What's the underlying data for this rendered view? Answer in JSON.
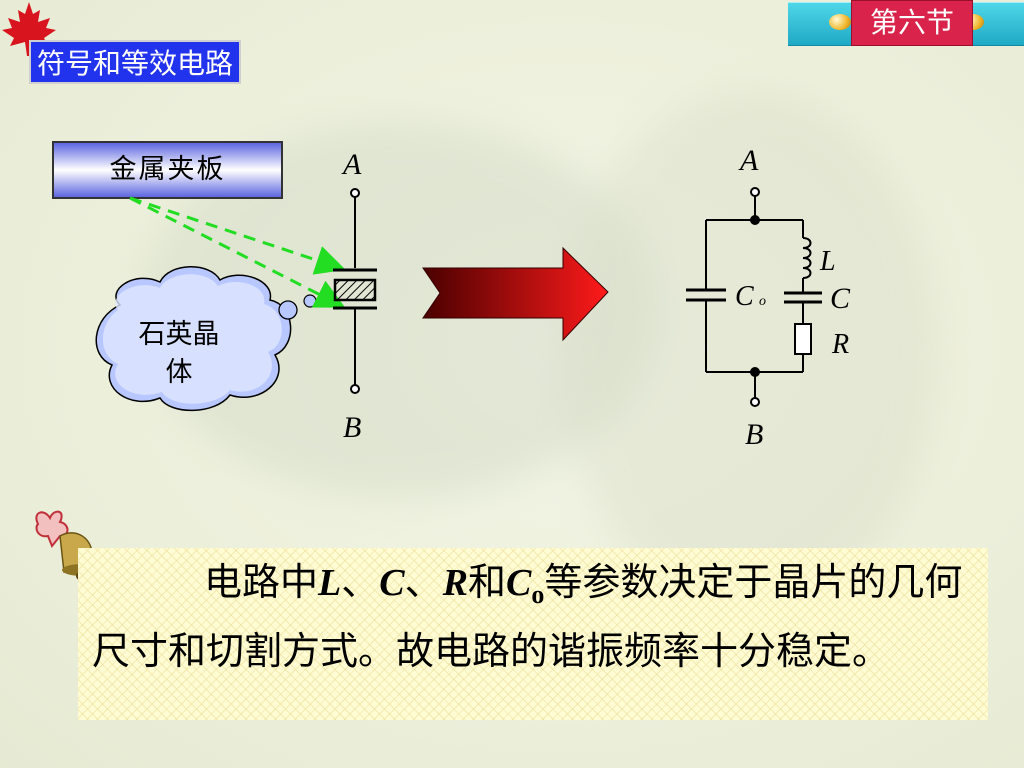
{
  "header": {
    "section_title": "符号和等效电路",
    "badge": "第六节"
  },
  "left_diagram": {
    "metal_plate_label": "金属夹板",
    "crystal_label_line1": "石英晶",
    "crystal_label_line2": "体",
    "terminal_top": "A",
    "terminal_bottom": "B"
  },
  "right_circuit": {
    "terminal_top": "A",
    "terminal_bottom": "B",
    "capacitor_c0_letter": "C",
    "capacitor_c0_subscript": "o",
    "inductor": "L",
    "capacitor": "C",
    "resistor": "R"
  },
  "explanation": {
    "part1": "电路中",
    "L": "L",
    "sep1": "、",
    "C": "C",
    "sep2": "、",
    "R": "R",
    "and": "和",
    "C0": "C",
    "C0_sub": "o",
    "part2": "等参数决定于晶片的几何尺寸和切割方式。故电路的谐振频率十分稳定。"
  },
  "colors": {
    "title_bg": "#2233ee",
    "badge_bg": "#d9234a",
    "top_bar": "#2fc0d6",
    "arrow_dashed": "#22dd22",
    "big_arrow_start": "#5a0000",
    "big_arrow_end": "#ff1a1a"
  },
  "icons": [
    "maple-leaf-icon",
    "bell-icon",
    "thought-cloud-icon",
    "right-arrow-icon"
  ]
}
